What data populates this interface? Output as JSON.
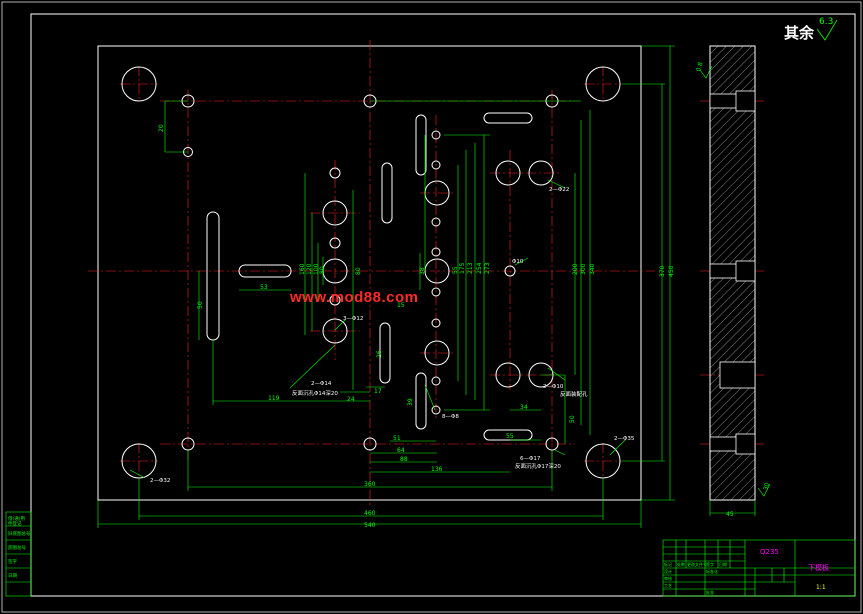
{
  "watermark": "www.mod88.com",
  "roughness": {
    "label": "其余",
    "value": "6.3"
  },
  "title_block": {
    "material": "Q235",
    "part_name": "下模板",
    "scale": "1:1"
  },
  "dimensions": {
    "d_top_left": "20",
    "d_left_slot": "50",
    "d_53": "53",
    "d_r1": "160",
    "d_r2": "120",
    "d_r3": "100",
    "d_r4": "80",
    "d_80b": "80",
    "d_15": "15",
    "d_38": "38",
    "d_26": "26",
    "d_mid_55": "55",
    "d_175": "175",
    "d_213": "213",
    "d_254": "254",
    "d_273": "273",
    "d_200": "200",
    "d_300": "300",
    "d_340": "340",
    "d_370": "370",
    "d_450": "450",
    "d_119": "119",
    "d_24": "24",
    "d_17": "17",
    "d_39": "39",
    "d_51": "51",
    "d_64": "64",
    "d_88": "88",
    "d_136": "136",
    "d_360": "360",
    "d_460": "460",
    "d_540": "540",
    "d_34": "34",
    "d_50": "50",
    "d_55": "55",
    "d_45": "45",
    "d_08": "0.8",
    "d_30": "30"
  },
  "callouts": {
    "c_phi22": "2—Φ22",
    "c_phi10": "Φ10",
    "c_phi12": "3—Φ12",
    "c_phi14": "2—Φ14",
    "c_back14": "反面沉孔Φ14深20",
    "c_phi8": "8—Φ8",
    "c_phi10b": "2—Φ10",
    "c_backcounter": "反面装配孔",
    "c_phi17": "6—Φ17",
    "c_back17": "反面沉孔Φ17深20",
    "c_phi35": "2—Φ35",
    "c_phi32": "2—Φ32"
  },
  "left_labels": [
    "借(通)用",
    "件登记",
    "旧底图总号",
    "底图总号",
    "签字",
    "日期"
  ],
  "title_block_cells": [
    "标记",
    "处数",
    "更改文件号",
    "签字",
    "日期",
    "设计",
    "审核",
    "工艺",
    "标准化",
    "批准"
  ]
}
